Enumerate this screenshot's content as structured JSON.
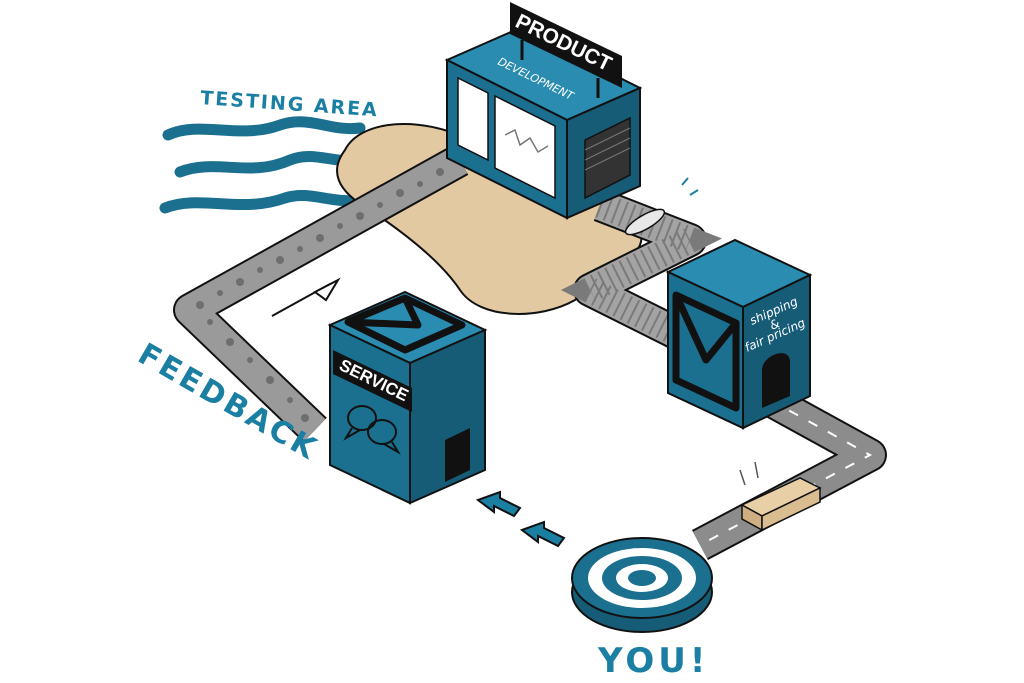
{
  "labels": {
    "testing_area": "TESTING AREA",
    "product": "PRODUCT",
    "development": "DEVELOPMENT",
    "service": "SERVICE",
    "feedback": "FEEDBACK",
    "shipping_line1": "shipping",
    "shipping_line2": "&",
    "shipping_line3": "fair pricing",
    "you": "YOU!"
  },
  "colors": {
    "building_front": "#1b6f8f",
    "building_side": "#175c77",
    "building_top": "#2a8cb0",
    "sand": "#e3c9a2",
    "path": "#9a9a9a",
    "road": "#8c8c8c",
    "accent": "#1b7fa3",
    "outline": "#111111"
  },
  "icons": [
    "envelope-icon",
    "chat-bubbles-icon",
    "arrow-icon",
    "target-icon",
    "package-icon",
    "wave-icon",
    "drone-icon"
  ]
}
